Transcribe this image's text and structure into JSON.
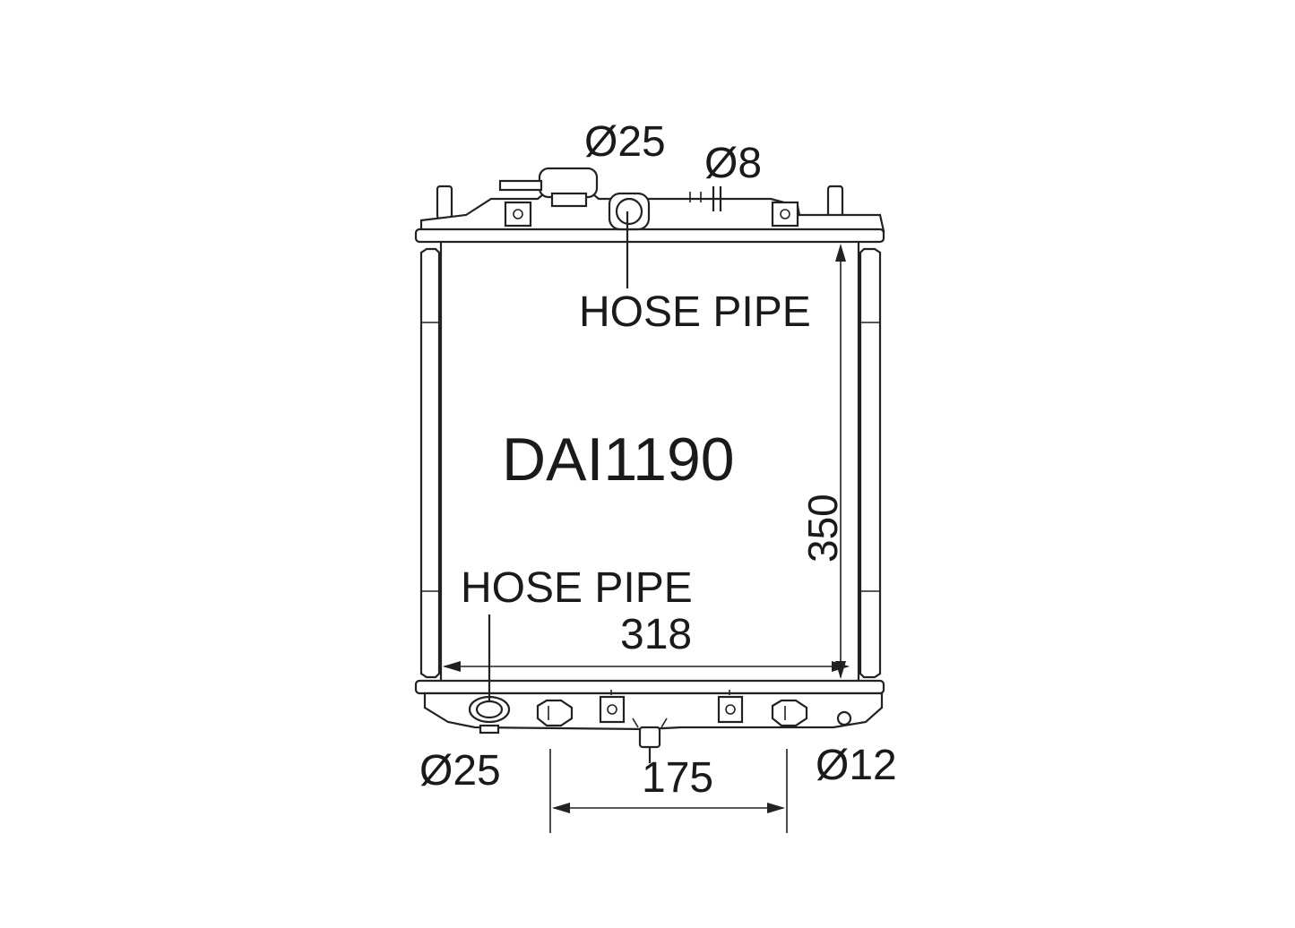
{
  "diagram": {
    "model_code": "DAI1190",
    "labels": {
      "cap_diameter": "Ø25",
      "small_pipe_diameter": "Ø8",
      "upper_hose": "HOSE PIPE",
      "lower_hose": "HOSE PIPE",
      "outlet_diameter": "Ø25",
      "drain_diameter": "Ø12"
    },
    "dimensions": {
      "height": "350",
      "width": "318",
      "bottom_spacing": "175"
    }
  }
}
